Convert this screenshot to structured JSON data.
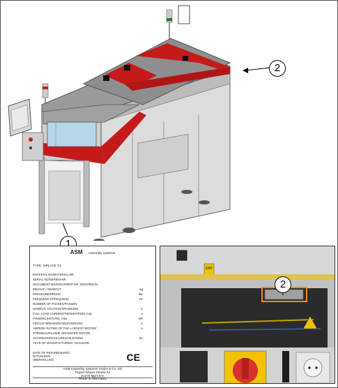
{
  "callouts": {
    "machine": "2",
    "plate": "1",
    "photo": "2"
  },
  "plate": {
    "brand": "ASM",
    "brand_sub": "Assembly Systems",
    "type_line": "TYPE: SIPLACE TX",
    "rows": [
      {
        "label": "MATERIAL NO/MATERIAL-NR.",
        "unit": ""
      },
      {
        "label": "SERIAL NO/SERIEN-NR.",
        "unit": ""
      },
      {
        "label": "DOCUMENT NO/DOKUMENT-NR. 00197093-01",
        "unit": ""
      },
      {
        "label": "WEIGHT / GEWICHT",
        "unit": "kg"
      },
      {
        "label": "PRESSURE/DRUCK",
        "unit": "bar"
      },
      {
        "label": "FREQUENCY/FREQUENZ",
        "unit": "Hz"
      },
      {
        "label": "NUMBER OF PHASES/PHASEN",
        "unit": ""
      },
      {
        "label": "NOMINAL VOLTAGE/SPANNUNG",
        "unit": "V"
      },
      {
        "label": "FULL-LOAD CURRENT/NENNSTROM, max",
        "unit": "A"
      },
      {
        "label": "POWER/LEISTUNG, max",
        "unit": "kW"
      },
      {
        "label": "CIRCUIT BREAKER/ABSICHERUNG",
        "unit": "A"
      },
      {
        "label": "AMPERE RATING OF THE LARGEST MOTOR/",
        "unit": "A"
      },
      {
        "label": "STROMAUFNAHME GROSSTER MOTOR",
        "unit": ""
      },
      {
        "label": "SCCR/KURZSCHLUSSAUSLEGUNG",
        "unit": "kA"
      },
      {
        "label": "YEAR OF MANUFACTURING / BAUJAHR",
        "unit": ""
      }
    ],
    "refurb": [
      "DATE OF REFURBISHING/",
      "DATUM DER",
      "ÜBERHOLUNG"
    ],
    "ce_mark": "CE",
    "address": [
      "ASM Assembly Systems GmbH & Co. KG",
      "Rupert-Mayer-Straße 44",
      "81379 München"
    ],
    "made_in": "Made in Germany"
  },
  "photo": {
    "label_text": "EBP"
  }
}
